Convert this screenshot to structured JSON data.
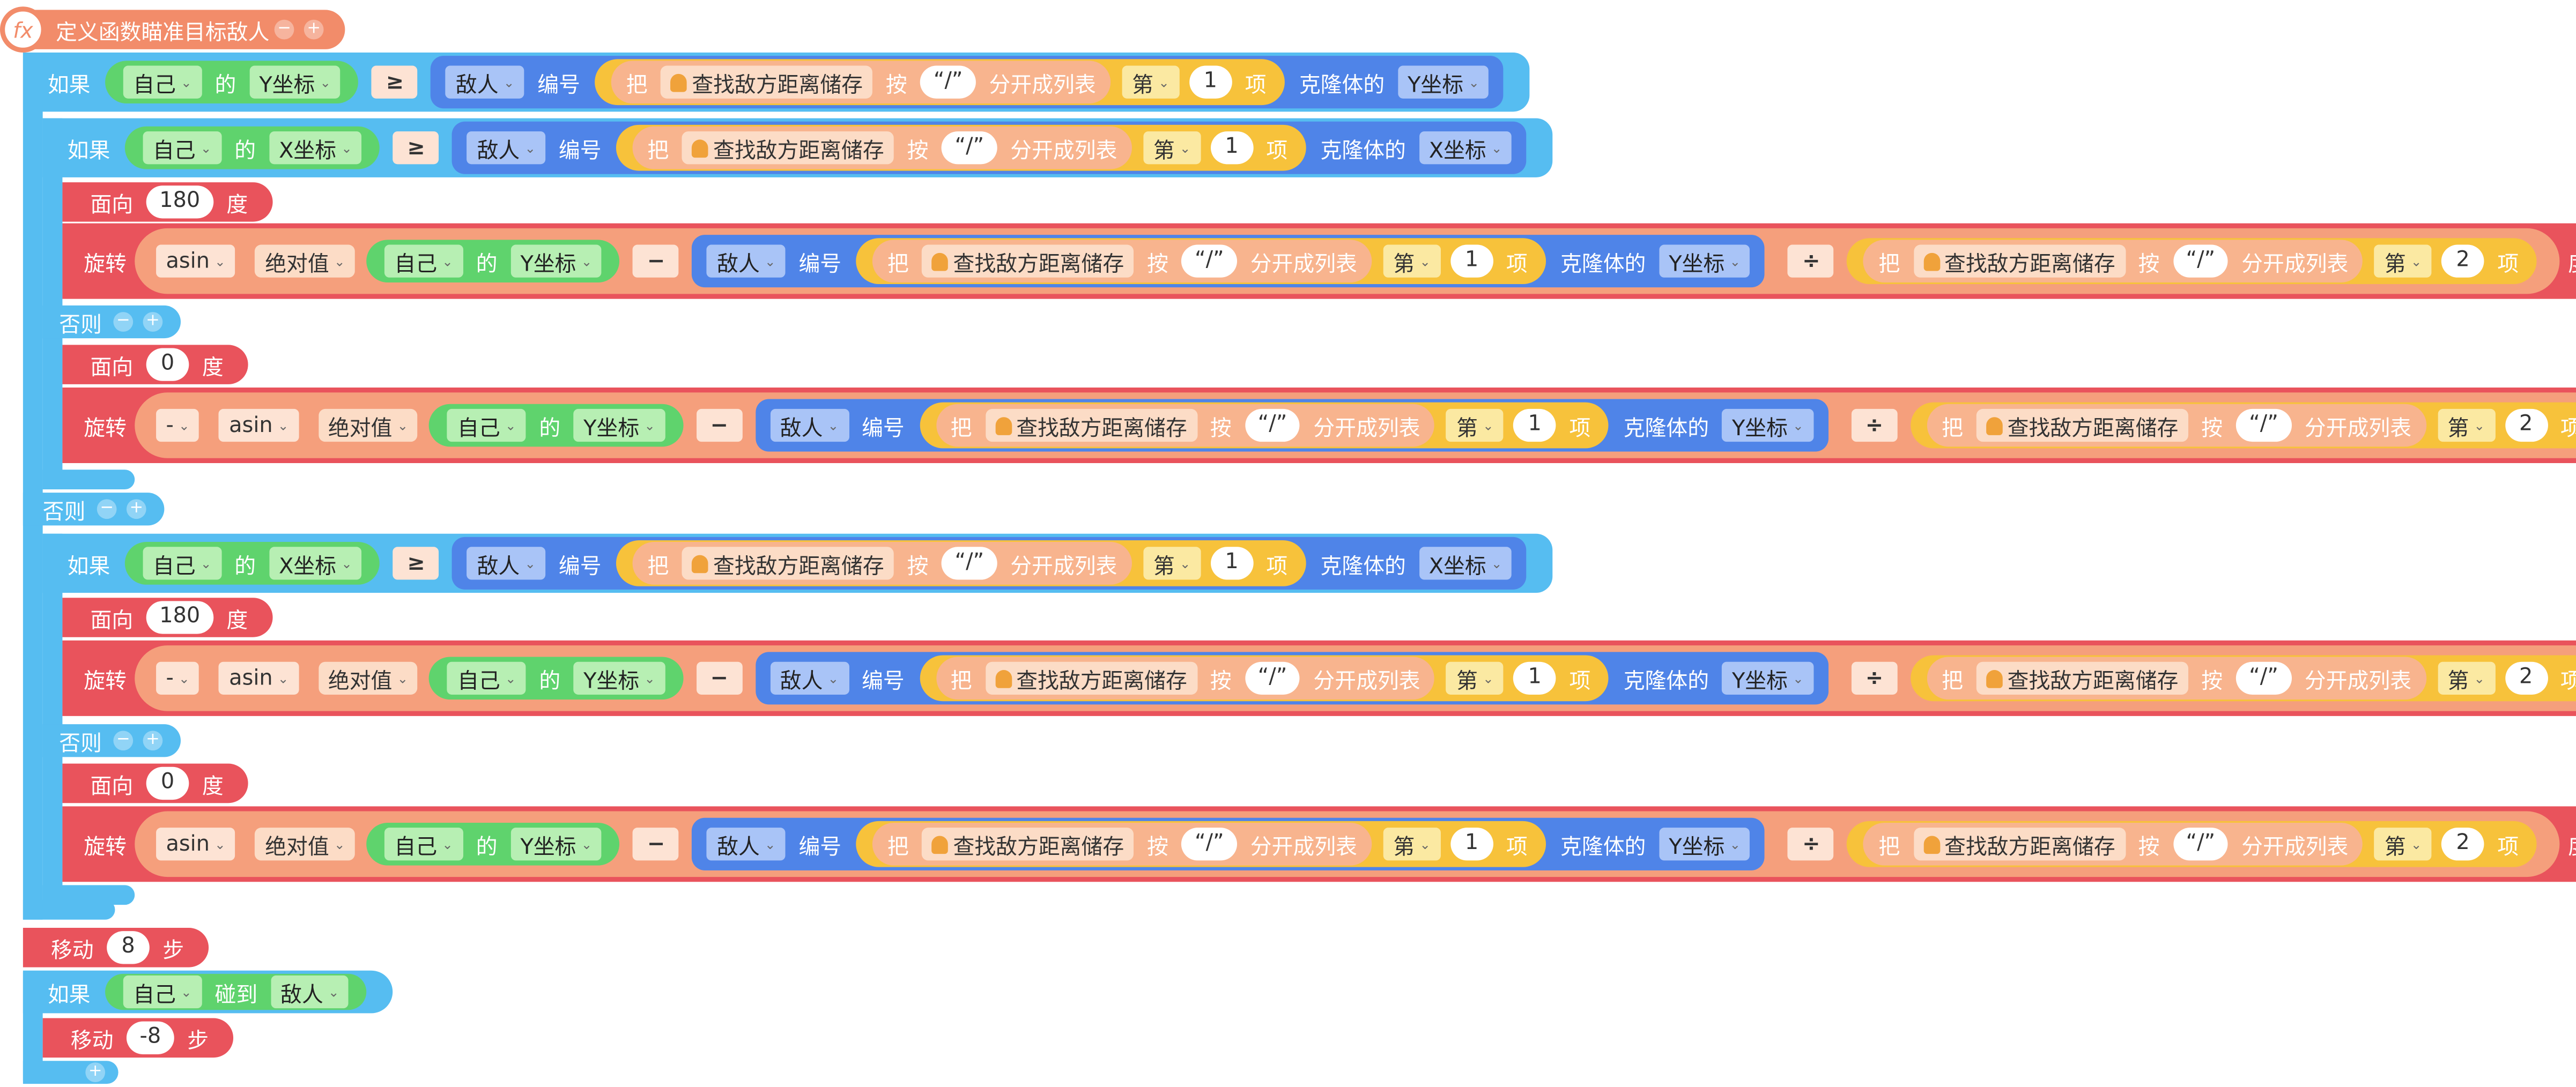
{
  "define": {
    "label": "定义函数瞄准目标敌人"
  },
  "kw": {
    "if": "如果",
    "else": "否则",
    "of": "的",
    "serial": "编号",
    "take": "把",
    "split_by": "按",
    "split_suffix": "分开成列表",
    "item_prefix": "第",
    "item_suffix": "项",
    "clone_of": "克隆体的",
    "face": "面向",
    "deg": "度",
    "turn": "旋转",
    "abs": "绝对值",
    "asin": "asin",
    "move": "移动",
    "steps": "步",
    "touch": "碰到"
  },
  "vals": {
    "self": "自己",
    "enemy": "敌人",
    "x_coord": "X坐标",
    "y_coord": "Y坐标",
    "store": "查找敌方距离储存",
    "slash": "“/”",
    "ge": "≥",
    "minus": "−",
    "neg": "-",
    "div": "÷",
    "one": "1",
    "two": "2",
    "deg180": "180",
    "deg0": "0",
    "move8": "8",
    "move_neg8": "-8"
  },
  "icons": {
    "fx": "fx",
    "plus": "+",
    "minus": "−",
    "chev": "⌄"
  },
  "colors": {
    "control": "#56bdf1",
    "motion": "#e9535c",
    "function": "#f28c6a",
    "operator": "#f59f7c",
    "sensing": "#5fd36d",
    "clone": "#4f84e8",
    "list": "#f7c23b"
  }
}
